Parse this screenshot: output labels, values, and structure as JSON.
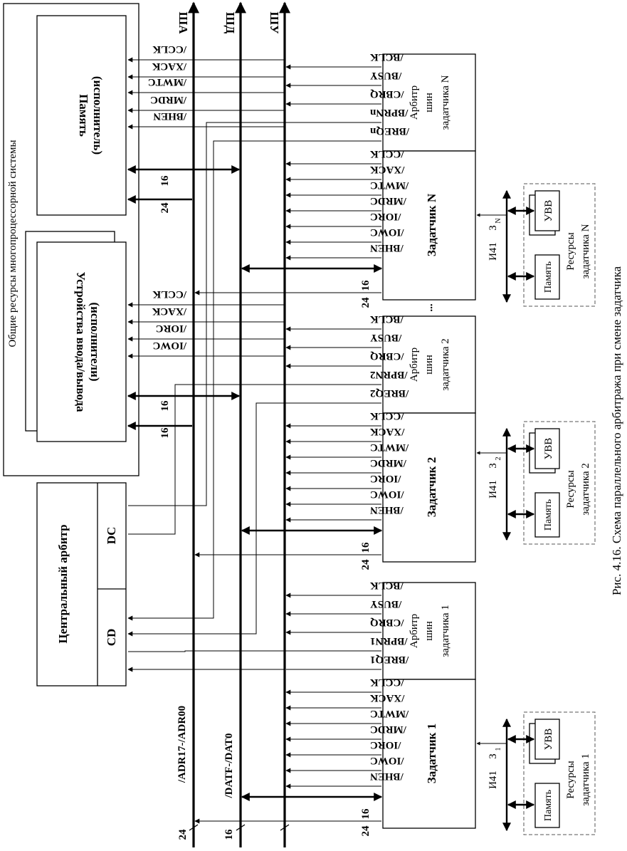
{
  "caption": "Рис. 4.16. Схема параллельного арбитража при смене задатчика",
  "shared": {
    "group_label": "Общие ресурсы многопроцессорной системы",
    "memory_title": "Память",
    "memory_sub": "(исполнитель)",
    "io_title": "Устройства ввода/вывода",
    "io_sub": "(исполнители)"
  },
  "central": {
    "title": "Центральный арбитр",
    "cd": "CD",
    "dc": "DC"
  },
  "buses": {
    "sha": "ША",
    "shd": "ШД",
    "shu": "ШУ",
    "adr": "/ADR17-/ADR00",
    "dat": "/DATF-/DAT0",
    "w24": "24",
    "w16": "16"
  },
  "mem_signals": [
    "/CCLK",
    "/XACK",
    "/MWTC",
    "/MRDC",
    "/BHEN"
  ],
  "io_signals": [
    "/CCLK",
    "/XACK",
    "/IORC",
    "/IOWC"
  ],
  "master_signals": [
    "/CCLK",
    "/XACK",
    "/MWTC",
    "/MRDC",
    "/IORC",
    "/IOWC",
    "/BHEN"
  ],
  "ellipsis": "...",
  "masters": [
    {
      "name": "Задатчик 1",
      "arb_line1": "Арбитр",
      "arb_line2": "шин",
      "arb_line3": "задатчика 1",
      "arb_signals": [
        "/BCLK",
        "/BUSY",
        "/CBRQ",
        "/BPRN1",
        "/BREQ1"
      ],
      "local_bus": "И41",
      "local_id": "З",
      "local_sub": "1",
      "mem": "Память",
      "uvv": "УВВ",
      "res_line1": "Ресурсы",
      "res_line2": "задатчика 1"
    },
    {
      "name": "Задатчик 2",
      "arb_line1": "Арбитр",
      "arb_line2": "шин",
      "arb_line3": "задатчика 2",
      "arb_signals": [
        "/BCLK",
        "/BUSY",
        "/CBRQ",
        "/BPRN2",
        "/BREQ2"
      ],
      "local_bus": "И41",
      "local_id": "З",
      "local_sub": "2",
      "mem": "Память",
      "uvv": "УВВ",
      "res_line1": "Ресурсы",
      "res_line2": "задатчика 2"
    },
    {
      "name": "Задатчик N",
      "arb_line1": "Арбитр",
      "arb_line2": "шин",
      "arb_line3": "задатчика N",
      "arb_signals": [
        "/BCLK",
        "/BUSY",
        "/CBRQ",
        "/BPRNn",
        "/BREQn"
      ],
      "local_bus": "И41",
      "local_id": "З",
      "local_sub": "N",
      "mem": "Память",
      "uvv": "УВВ",
      "res_line1": "Ресурсы",
      "res_line2": "задатчика N"
    }
  ]
}
